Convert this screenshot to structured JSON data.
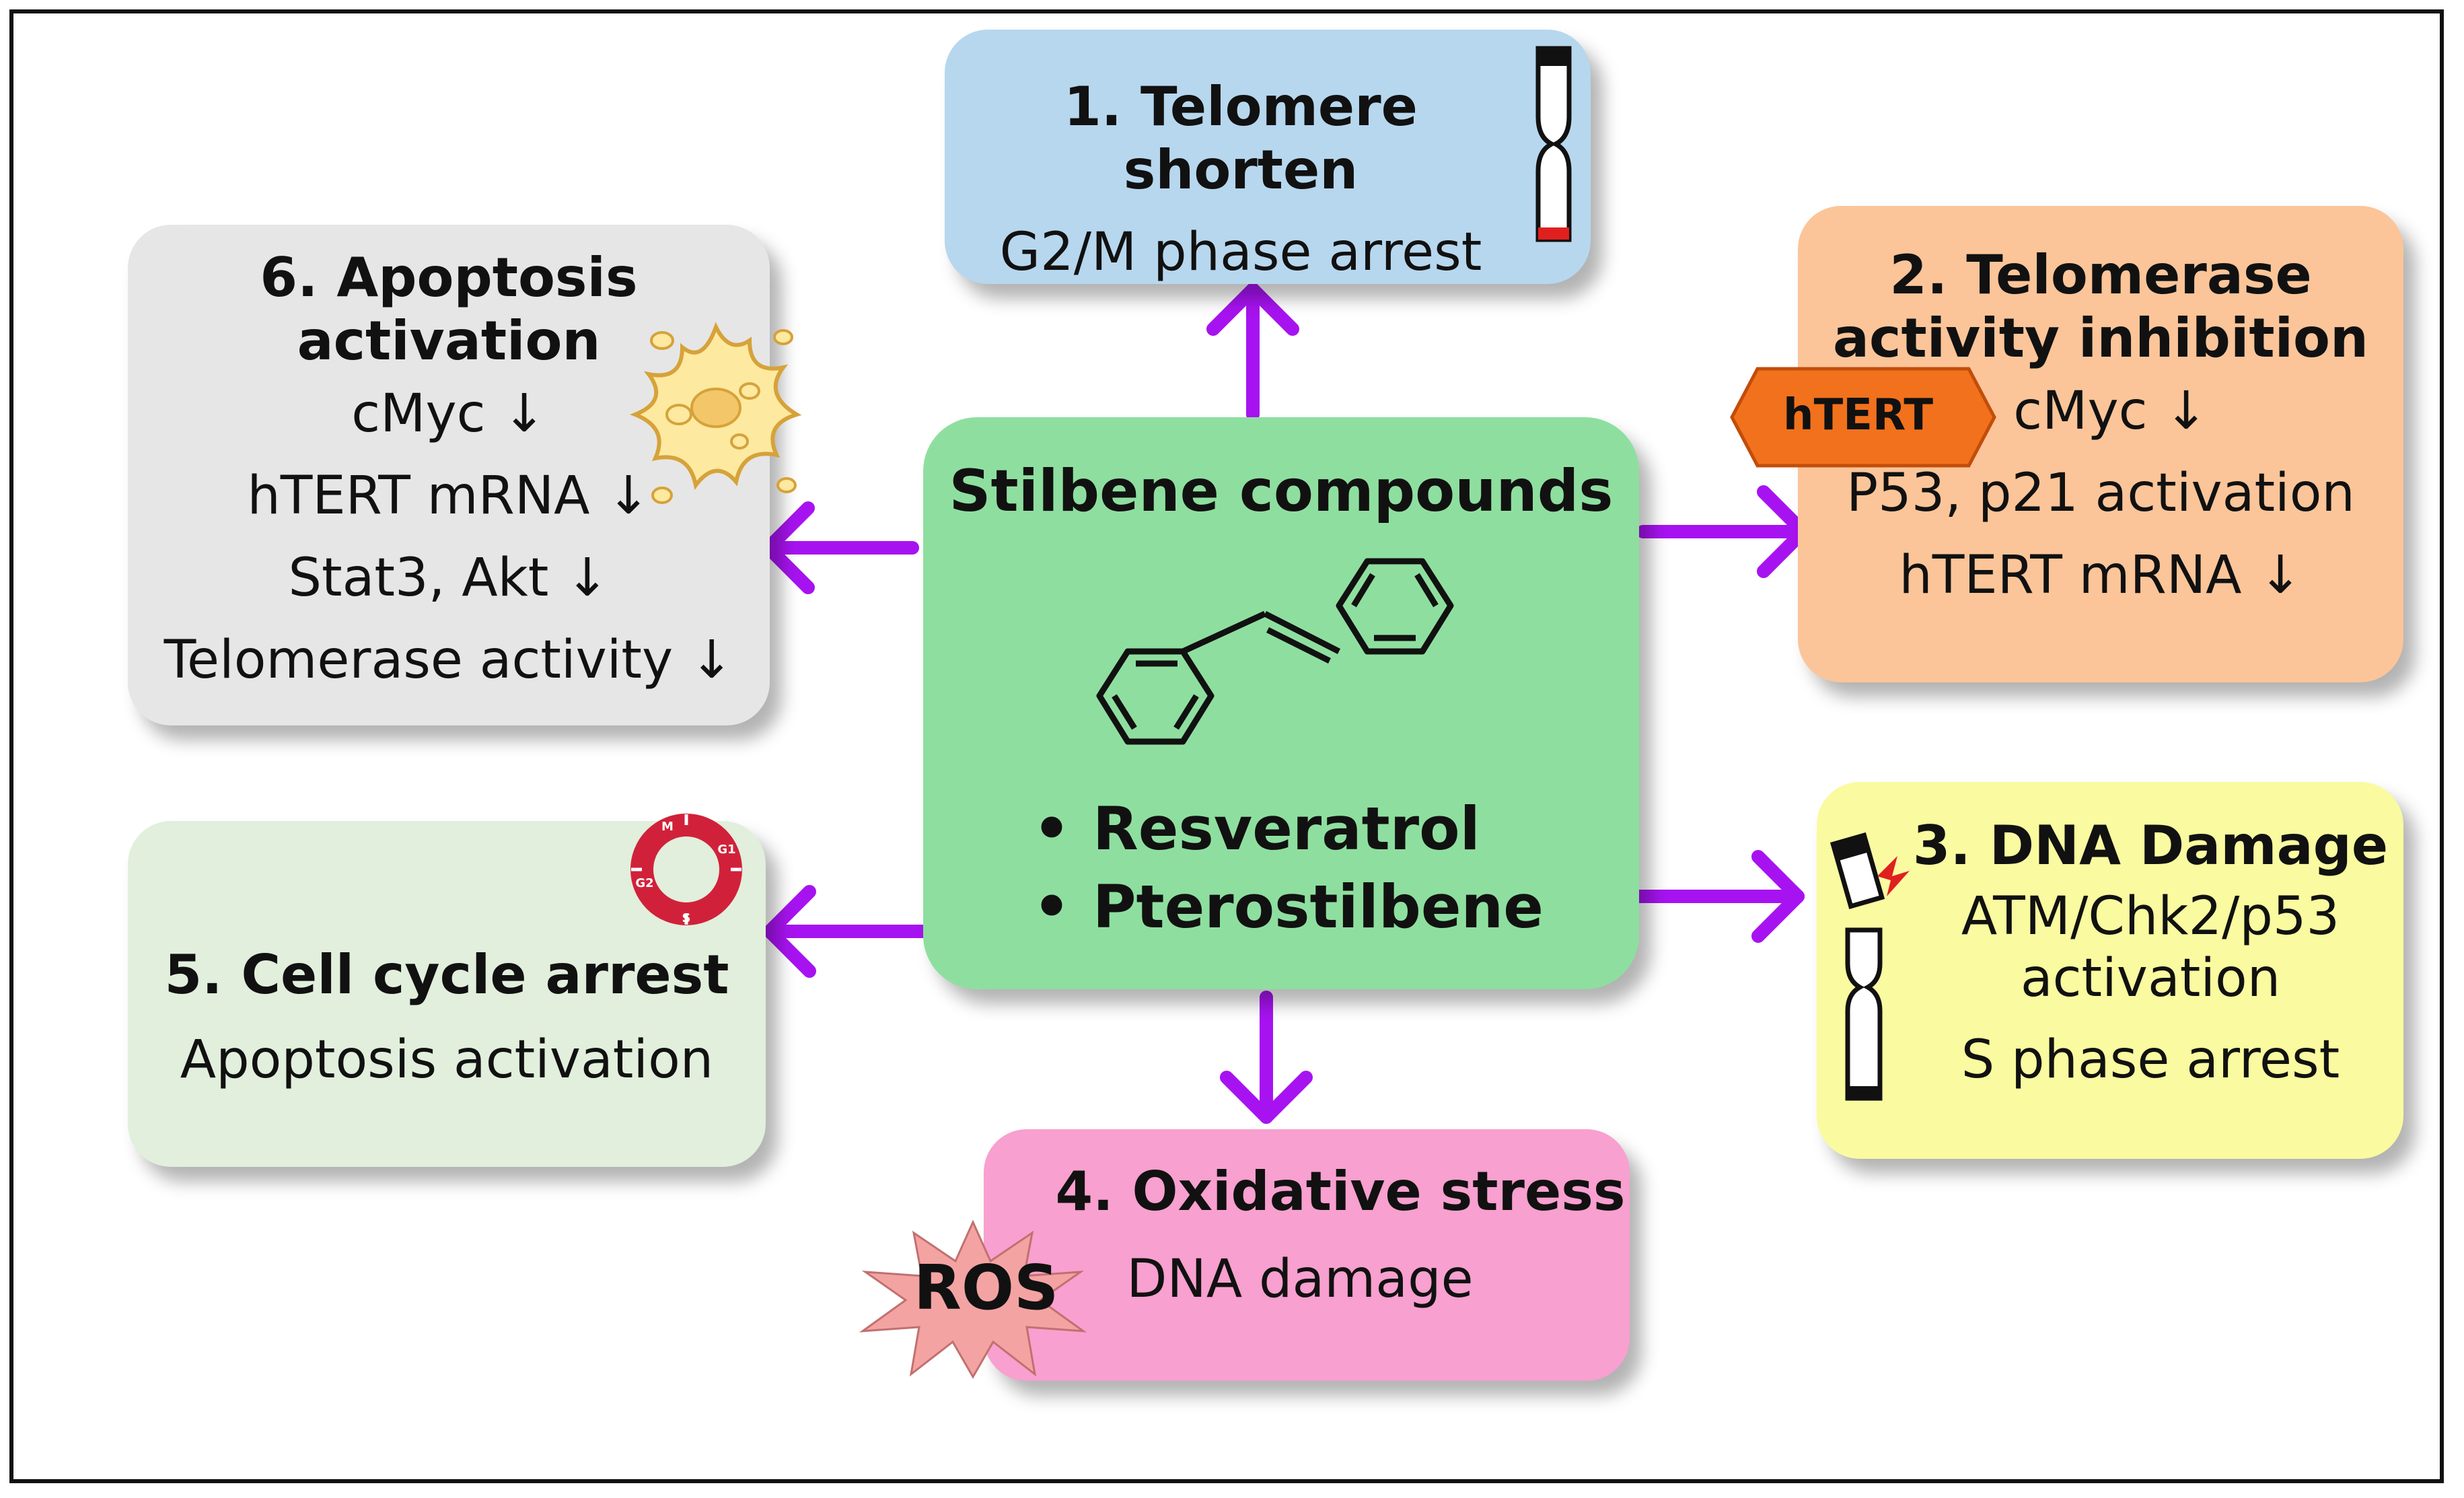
{
  "center": {
    "title": "Stilbene compounds",
    "compounds": [
      "Resveratrol",
      "Pterostilbene"
    ],
    "bullet_symbol": "•",
    "structure_icon": "stilbene-structure-icon",
    "color": "#8edf9f"
  },
  "boxes": {
    "telomere_shorten": {
      "title": "1. Telomere shorten",
      "lines": [
        "G2/M phase arrest"
      ],
      "color": "#b7d7ee",
      "icon": "chromosome-icon"
    },
    "telomerase_inhibition": {
      "title_lines": [
        "2. Telomerase",
        "activity inhibition"
      ],
      "lines": [
        "cMyc ↓",
        "P53, p21 activation",
        "hTERT mRNA ↓"
      ],
      "tag": "hTERT",
      "color": "#fbc599",
      "tag_color": "#f2711c"
    },
    "dna_damage": {
      "title": "3. DNA Damage",
      "lines": [
        "ATM/Chk2/p53",
        "activation",
        "S phase arrest"
      ],
      "color": "#fafaa0",
      "icon": "broken-chromosome-icon"
    },
    "oxidative_stress": {
      "title": "4. Oxidative stress",
      "lines": [
        "DNA damage"
      ],
      "badge": "ROS",
      "color": "#f8a0cf",
      "badge_color": "#f4a3a3"
    },
    "cell_cycle_arrest": {
      "title": "5. Cell cycle arrest",
      "lines": [
        "Apoptosis activation"
      ],
      "color": "#e1efdc",
      "cycle_labels": [
        "M",
        "G1",
        "S",
        "G2"
      ],
      "cycle_color": "#d1213a"
    },
    "apoptosis_activation": {
      "title_lines": [
        "6. Apoptosis",
        "activation"
      ],
      "lines": [
        "cMyc ↓",
        "hTERT mRNA ↓",
        "Stat3, Akt ↓",
        "Telomerase activity ↓"
      ],
      "color": "#e6e6e6",
      "icon": "apoptotic-cell-icon"
    }
  },
  "arrow_color": "#a713f0"
}
